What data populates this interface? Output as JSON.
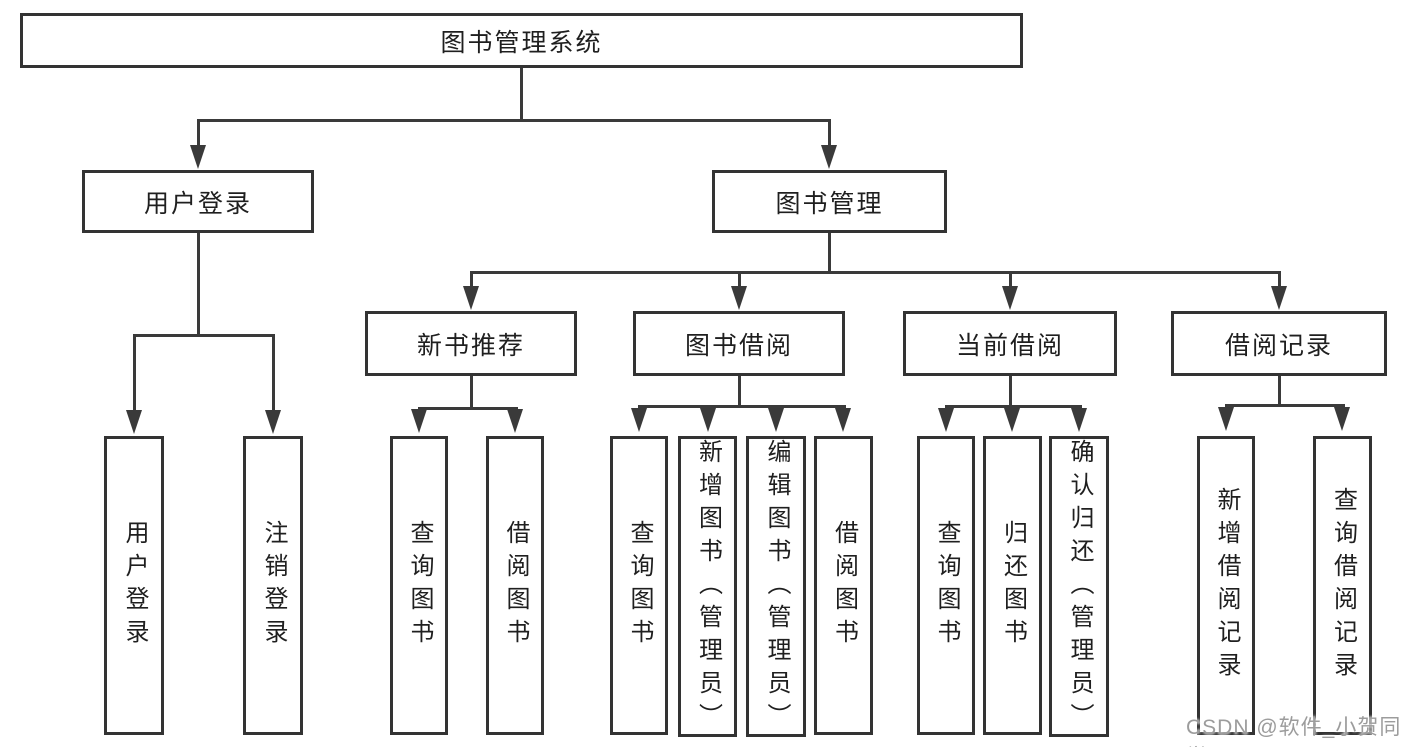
{
  "tree": {
    "root": {
      "label": "图书管理系统",
      "children": [
        {
          "label": "用户登录",
          "children": [
            {
              "label": "用户登录"
            },
            {
              "label": "注销登录"
            }
          ]
        },
        {
          "label": "图书管理",
          "children": [
            {
              "label": "新书推荐",
              "children": [
                {
                  "label": "查询图书"
                },
                {
                  "label": "借阅图书"
                }
              ]
            },
            {
              "label": "图书借阅",
              "children": [
                {
                  "label": "查询图书"
                },
                {
                  "label": "新增图书（管理员）"
                },
                {
                  "label": "编辑图书（管理员）"
                },
                {
                  "label": "借阅图书"
                }
              ]
            },
            {
              "label": "当前借阅",
              "children": [
                {
                  "label": "查询图书"
                },
                {
                  "label": "归还图书"
                },
                {
                  "label": "确认归还（管理员）"
                }
              ]
            },
            {
              "label": "借阅记录",
              "children": [
                {
                  "label": "新增借阅记录"
                },
                {
                  "label": "查询借阅记录"
                }
              ]
            }
          ]
        }
      ]
    }
  },
  "watermark": {
    "text": "CSDN @软件_小贺同学"
  },
  "colors": {
    "line": "#3a3a3a",
    "text": "#1f1f1f",
    "watermark": "#9c9c9c"
  }
}
